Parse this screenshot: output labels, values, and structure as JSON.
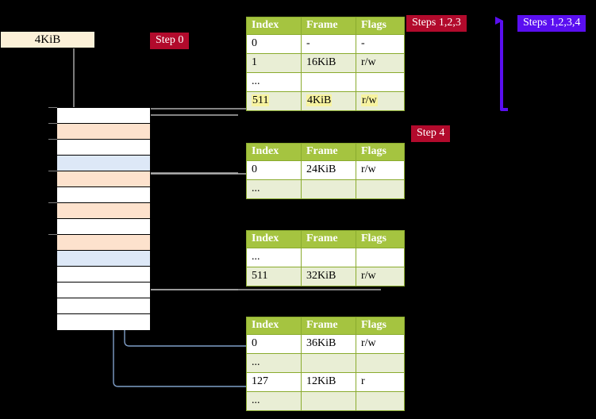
{
  "diagram": {
    "title_hidden": "",
    "background_color": "#000000"
  },
  "memory": {
    "size_label": "4KiB",
    "rows": [
      {
        "index": 0,
        "fill": "white"
      },
      {
        "index": 1,
        "fill": "orange"
      },
      {
        "index": 2,
        "fill": "white"
      },
      {
        "index": 3,
        "fill": "blue"
      },
      {
        "index": 4,
        "fill": "orange"
      },
      {
        "index": 5,
        "fill": "white"
      },
      {
        "index": 6,
        "fill": "orange"
      },
      {
        "index": 7,
        "fill": "white"
      },
      {
        "index": 8,
        "fill": "orange"
      },
      {
        "index": 9,
        "fill": "blue"
      },
      {
        "index": 10,
        "fill": "white"
      },
      {
        "index": 11,
        "fill": "white"
      },
      {
        "index": 12,
        "fill": "white"
      },
      {
        "index": 13,
        "fill": "white"
      }
    ]
  },
  "badges": {
    "step0": "Step 0",
    "steps123": "Steps 1,2,3",
    "steps1234": "Steps 1,2,3,4",
    "step4": "Step 4"
  },
  "colors": {
    "badge_crimson": "#b20a2c",
    "badge_violet": "#5a0ff0",
    "table_header_green": "#a5c440",
    "table_alt_row": "#e9eed5",
    "highlight_yellow": "#f7f3a0",
    "mem_orange": "#fde2cd",
    "mem_blue": "#dde8f7",
    "kib_box": "#fcf1d8",
    "wire_gray": "#b0b0b0",
    "wire_blue": "#7f9fc8",
    "arrow_violet": "#5a0ff0"
  },
  "tables": [
    {
      "name": "pml4-table",
      "columns": [
        "Index",
        "Frame",
        "Flags"
      ],
      "rows": [
        {
          "index": "0",
          "frame": "-",
          "flags": "-",
          "style": "plain",
          "highlight": false
        },
        {
          "index": "1",
          "frame": "16KiB",
          "flags": "r/w",
          "style": "alt",
          "highlight": false
        },
        {
          "index": "...",
          "frame": "",
          "flags": "",
          "style": "plain",
          "highlight": false
        },
        {
          "index": "511",
          "frame": "4KiB",
          "flags": "r/w",
          "style": "alt",
          "highlight": true
        }
      ]
    },
    {
      "name": "pdpt-table",
      "columns": [
        "Index",
        "Frame",
        "Flags"
      ],
      "rows": [
        {
          "index": "0",
          "frame": "24KiB",
          "flags": "r/w",
          "style": "plain",
          "highlight": false
        },
        {
          "index": "...",
          "frame": "",
          "flags": "",
          "style": "alt",
          "highlight": false
        }
      ]
    },
    {
      "name": "pd-table",
      "columns": [
        "Index",
        "Frame",
        "Flags"
      ],
      "rows": [
        {
          "index": "...",
          "frame": "",
          "flags": "",
          "style": "plain",
          "highlight": false
        },
        {
          "index": "511",
          "frame": "32KiB",
          "flags": "r/w",
          "style": "alt",
          "highlight": false
        }
      ]
    },
    {
      "name": "pt-table",
      "columns": [
        "Index",
        "Frame",
        "Flags"
      ],
      "rows": [
        {
          "index": "0",
          "frame": "36KiB",
          "flags": "r/w",
          "style": "plain",
          "highlight": false
        },
        {
          "index": "...",
          "frame": "",
          "flags": "",
          "style": "alt",
          "highlight": false
        },
        {
          "index": "127",
          "frame": "12KiB",
          "flags": "r",
          "style": "plain",
          "highlight": false
        },
        {
          "index": "...",
          "frame": "",
          "flags": "",
          "style": "alt",
          "highlight": false
        }
      ]
    }
  ]
}
